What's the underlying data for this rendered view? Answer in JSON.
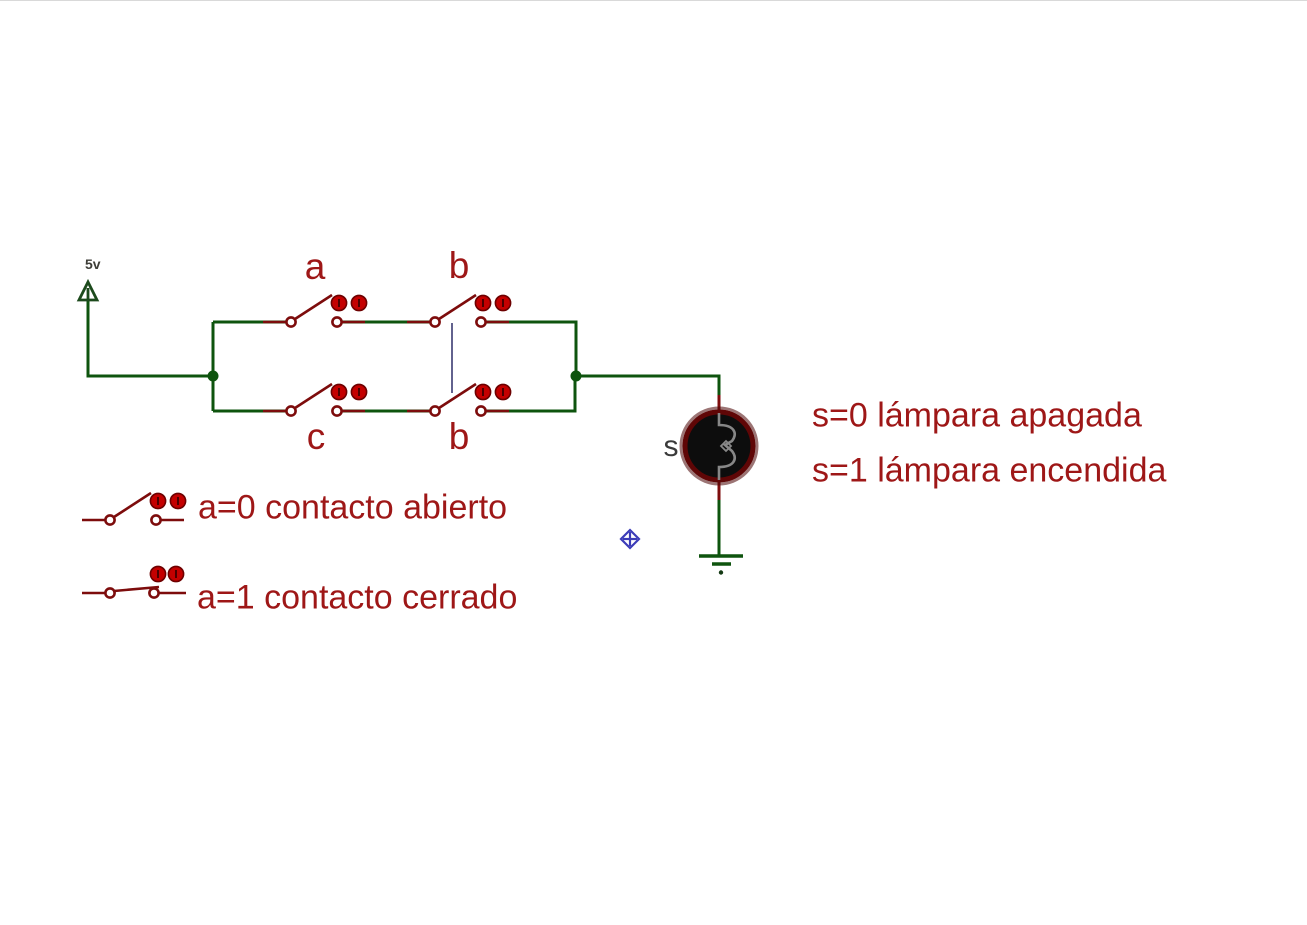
{
  "circuit": {
    "power": {
      "label": "5v"
    },
    "switches": [
      {
        "id": "switch-a-top",
        "label": "a",
        "state": "open"
      },
      {
        "id": "switch-b-top",
        "label": "b",
        "state": "open"
      },
      {
        "id": "switch-c-bottom",
        "label": "c",
        "state": "open"
      },
      {
        "id": "switch-b-bottom",
        "label": "b",
        "state": "open"
      }
    ],
    "lamp": {
      "label": "s",
      "state": "off"
    },
    "legend": {
      "open": {
        "symbol": "open-switch",
        "text": "a=0 contacto abierto"
      },
      "closed": {
        "symbol": "closed-switch",
        "text": "a=1 contacto cerrado"
      }
    },
    "notes": {
      "off": "s=0 lámpara apagada",
      "on": "s=1 lámpara encendida"
    },
    "colors": {
      "wire_green": "#0e540e",
      "component_red": "#7d0c0c",
      "toggle_dot_red": "#c40000",
      "text_red": "#9e1717",
      "lamp_fill": "#0d0d0d",
      "lamp_ring": "#5f0606",
      "filament_gray": "#878787",
      "label_gray": "#3a3a3a",
      "power_label_gray": "#3e3e38",
      "marker_blue": "#3c3cb8",
      "gang_link_blue": "#62628e",
      "background": "#ffffff"
    }
  }
}
